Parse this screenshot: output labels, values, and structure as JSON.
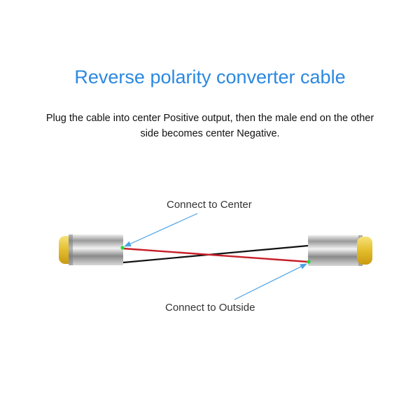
{
  "title": "Reverse polarity converter cable",
  "description": "Plug the cable into center Positive output, then the male end on the other side becomes center Negative.",
  "labels": {
    "center": "Connect to Center",
    "outside": "Connect to Outside"
  },
  "colors": {
    "title": "#2b88e0",
    "arrow": "#4aa3e6",
    "red_wire": "#c8202a",
    "black_wire": "#111111",
    "plug_tip": "#e6c23a",
    "contact_dot": "#22dd33"
  }
}
